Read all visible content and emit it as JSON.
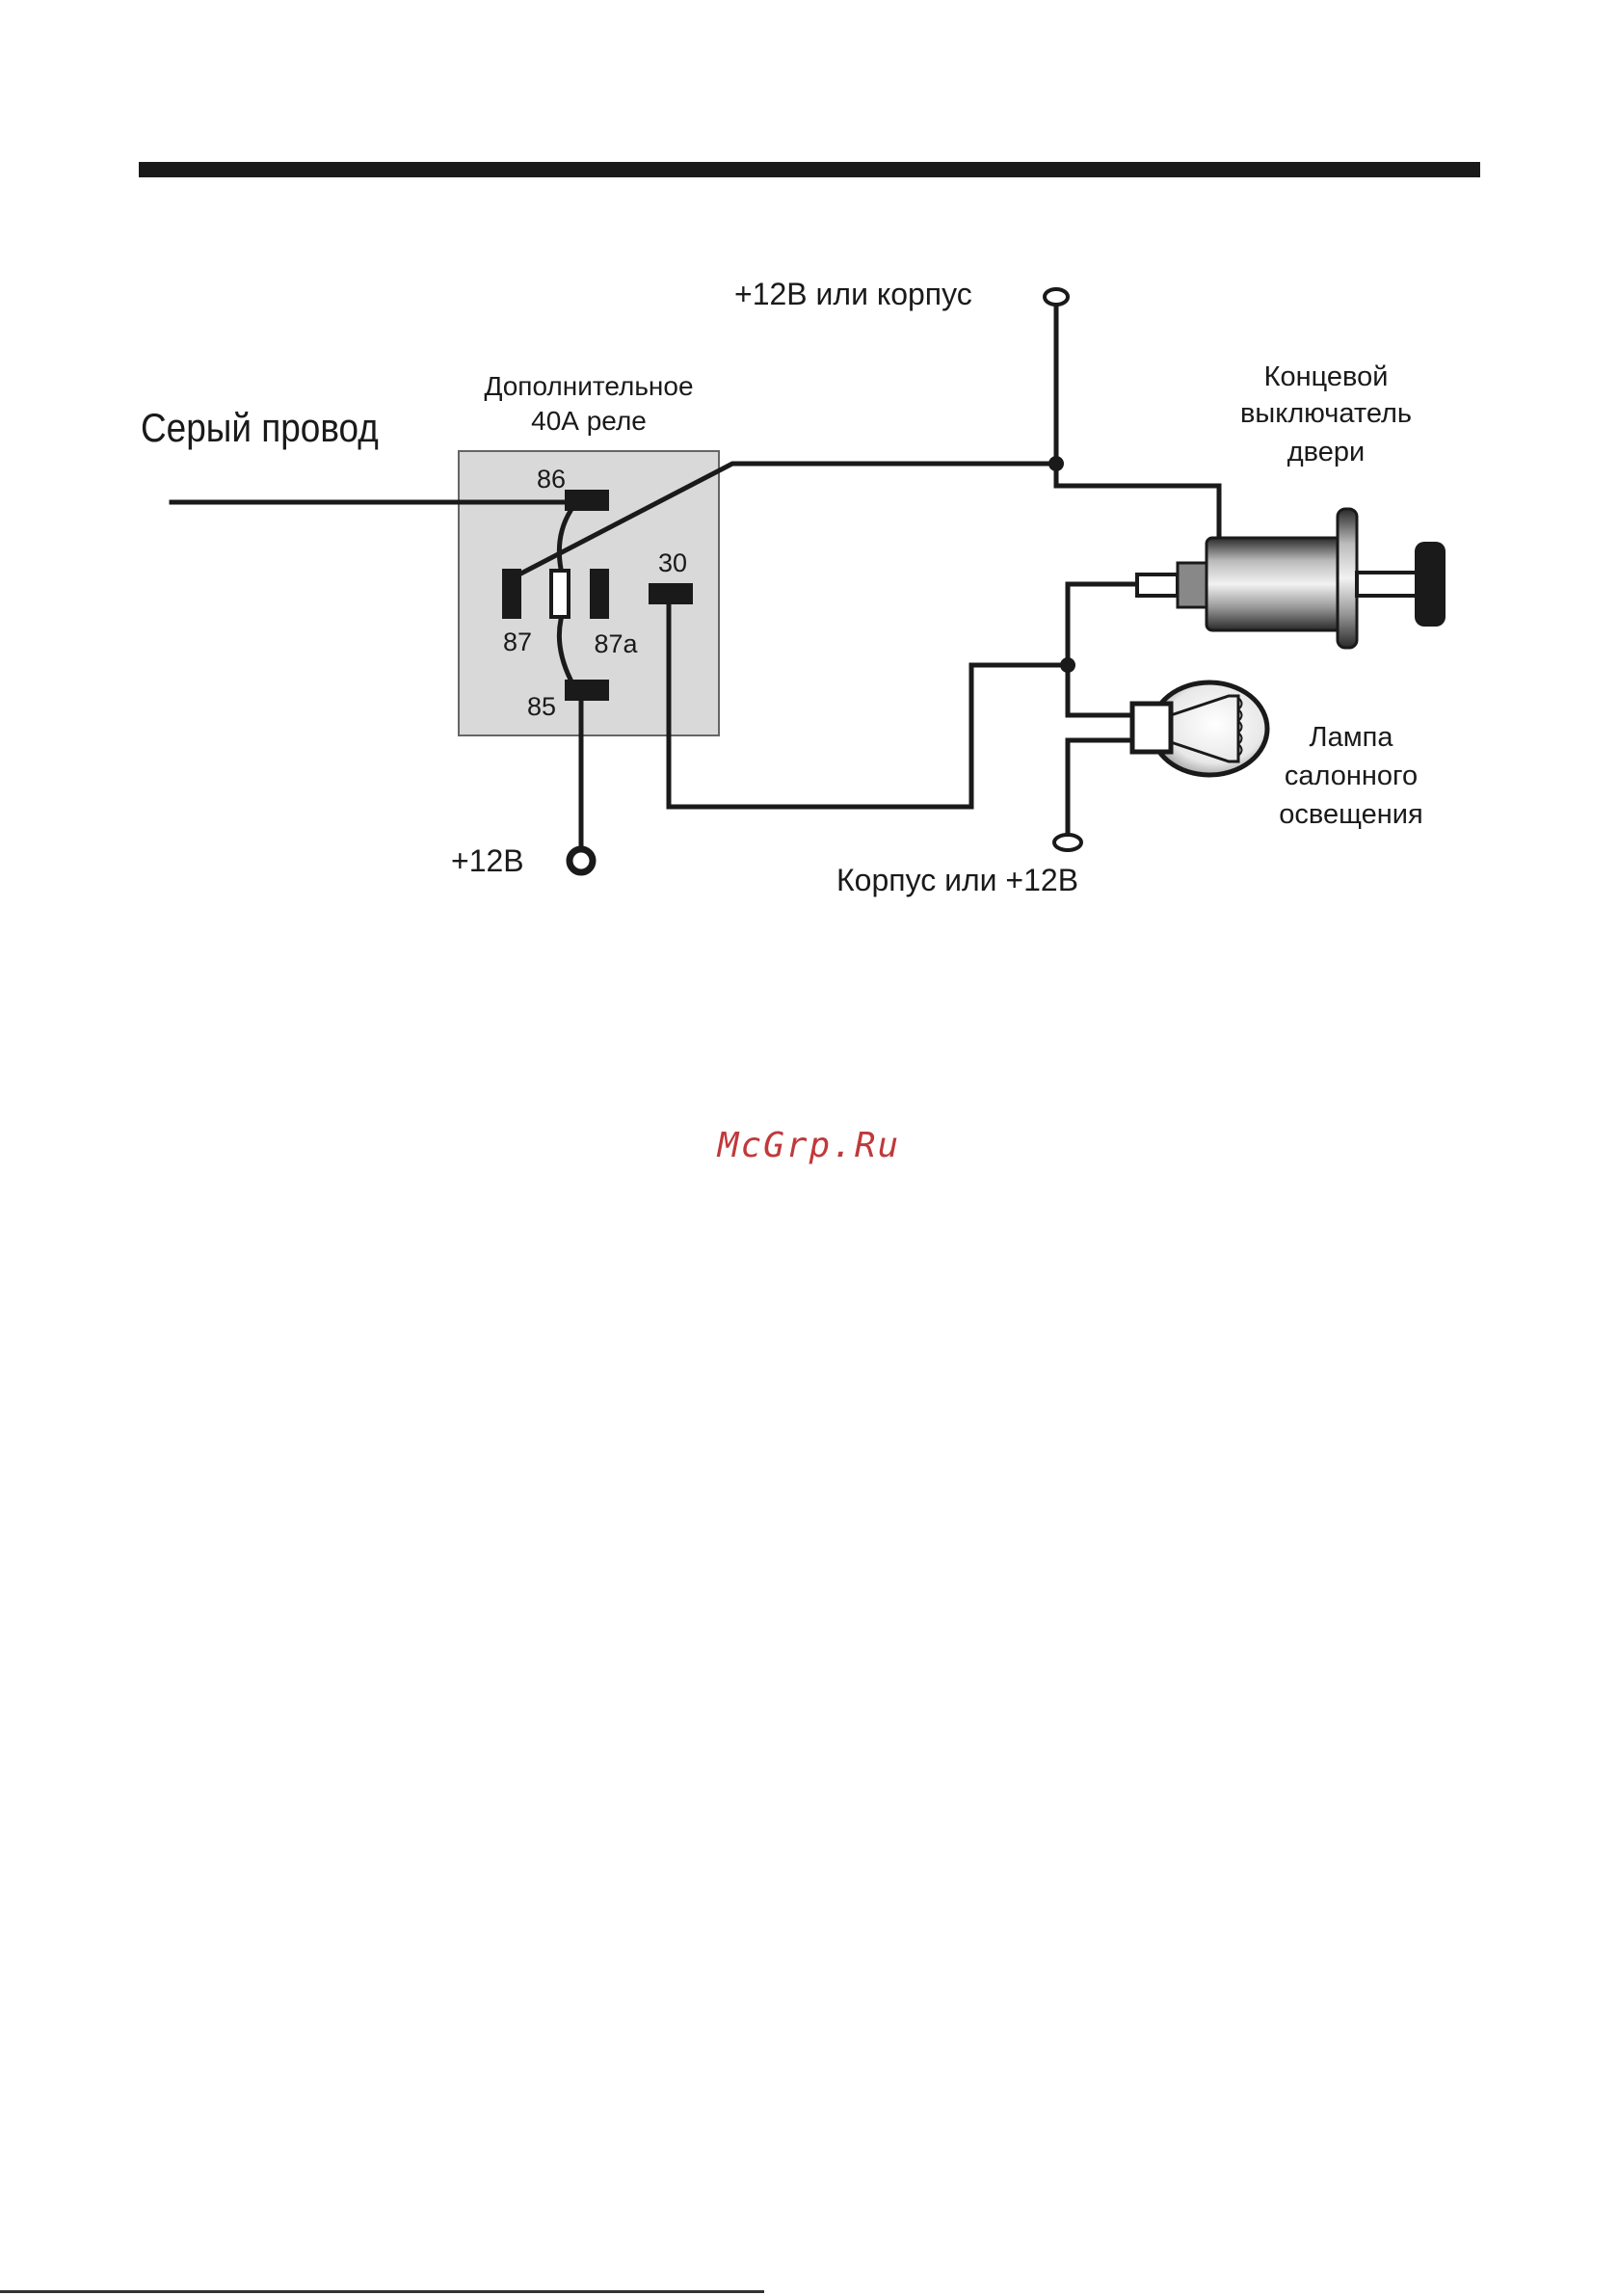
{
  "diagram": {
    "gray_wire_label": "Серый провод",
    "relay_title_line1": "Дополнительное",
    "relay_title_line2": "40А реле",
    "pins": {
      "p86": "86",
      "p87": "87",
      "p87a": "87a",
      "p85": "85",
      "p30": "30"
    },
    "top_terminal_label": "+12В или корпус",
    "bottom_left_terminal_label": "+12В",
    "bottom_right_terminal_label": "Корпус или +12В",
    "door_switch_line1": "Концевой",
    "door_switch_line2": "выключатель",
    "door_switch_line3": "двери",
    "lamp_line1": "Лампа",
    "lamp_line2": "салонного",
    "lamp_line3": "освещения"
  },
  "watermark": "McGrp.Ru",
  "colors": {
    "ink": "#1a1a1a",
    "relay_fill": "#d9d9d9",
    "watermark": "#c0393b"
  }
}
